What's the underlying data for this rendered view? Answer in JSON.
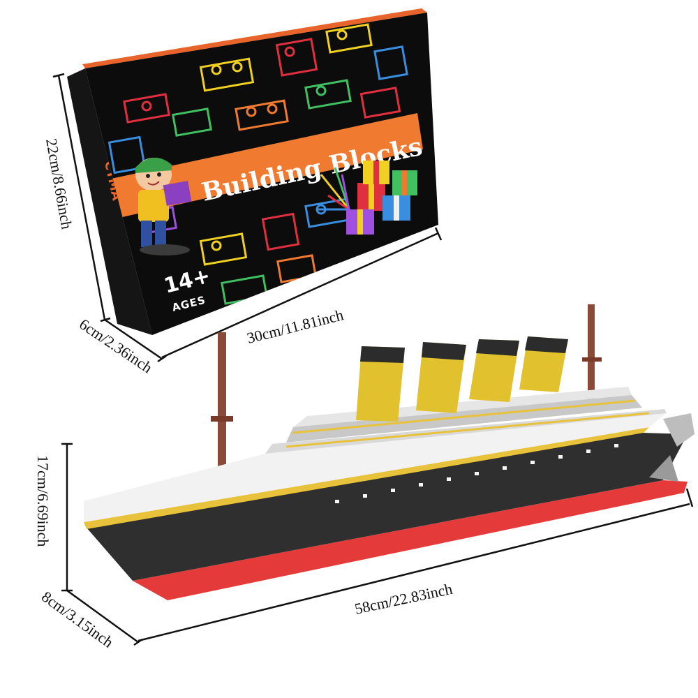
{
  "box": {
    "title": "Building Blocks",
    "age_big": "14+",
    "age_small": "AGES",
    "side_brand": "CTMA",
    "colors": {
      "body": "#0c0c0c",
      "band": "#f07a30",
      "flap": "#e8642a"
    }
  },
  "box_dimensions": {
    "height": "22cm/8.66inch",
    "width": "30cm/11.81inch",
    "depth": "6cm/2.36inch"
  },
  "ship_dimensions": {
    "height": "17cm/6.69inch",
    "length": "58cm/22.83inch",
    "depth": "8cm/3.15inch"
  },
  "ship": {
    "colors": {
      "hull": "#2f2f2f",
      "bottom": "#e53a3a",
      "stripe": "#e8c23a",
      "funnel": "#e2c12e",
      "mast": "#8a4a3a",
      "deck": "#f2f2f2"
    }
  }
}
